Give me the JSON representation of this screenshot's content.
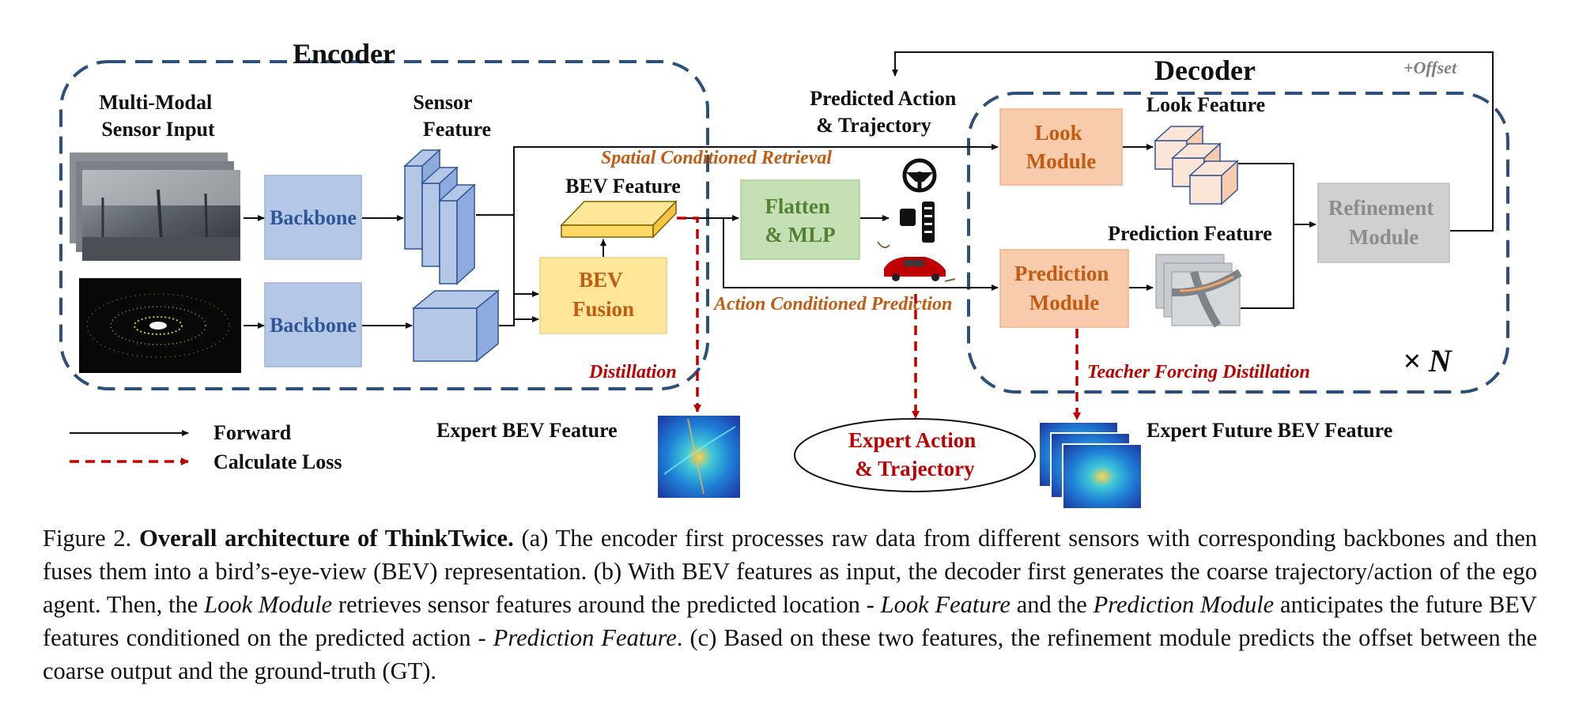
{
  "diagram": {
    "encoder_title": "Encoder",
    "decoder_title": "Decoder",
    "offset_label": "+Offset",
    "multimodal_label": [
      "Multi-Modal",
      "Sensor Input"
    ],
    "sensor_feature_label": [
      "Sensor",
      "Feature"
    ],
    "backbone_label": "Backbone",
    "bev_feature_label": "BEV Feature",
    "bev_fusion_label": [
      "BEV",
      "Fusion"
    ],
    "spatial_retrieval_label": "Spatial Conditioned Retrieval",
    "action_prediction_label": "Action Conditioned Prediction",
    "predicted_action_label": [
      "Predicted Action",
      "& Trajectory"
    ],
    "flatten_mlp_label": [
      "Flatten",
      "& MLP"
    ],
    "look_module_label": [
      "Look",
      "Module"
    ],
    "look_feature_label": "Look Feature",
    "prediction_module_label": [
      "Prediction",
      "Module"
    ],
    "prediction_feature_label": "Prediction Feature",
    "refinement_module_label": [
      "Refinement",
      "Module"
    ],
    "times_n_label": "× N",
    "distillation_label": "Distillation",
    "teacher_forcing_label": "Teacher Forcing Distillation",
    "expert_bev_label": "Expert BEV Feature",
    "expert_action_label": [
      "Expert Action",
      "& Trajectory"
    ],
    "expert_future_label": "Expert Future BEV Feature",
    "legend_forward": "Forward",
    "legend_loss": "Calculate Loss",
    "colors": {
      "dashed_border": "#2d4f7c",
      "backbone_fill": "#b4c7e7",
      "bev_fusion_fill": "#ffe699",
      "flatten_fill": "#c5e0b4",
      "module_fill": "#f8cbad",
      "refinement_fill": "#d0d0d0",
      "loss_arrow": "#c00000",
      "italic_orange": "#c55a11"
    }
  },
  "caption": {
    "figure_label": "Figure 2.",
    "title": "Overall architecture of ThinkTwice.",
    "s1": "(a) The encoder first processes raw data from different sensors with corresponding backbones and then fuses them into a bird’s-eye-view (BEV) representation. (b) With BEV features as input, the decoder first generates the coarse trajectory/action of the ego agent. Then, the",
    "look_module": "Look Module",
    "s2": "retrieves sensor features around the predicted location -",
    "look_feature": "Look Feature",
    "s3": "and the",
    "prediction_module": "Prediction Module",
    "s4": "anticipates the future BEV features conditioned on the predicted action -",
    "prediction_feature": "Prediction Feature",
    "s5": ". (c) Based on these two features, the refinement module predicts the offset between the coarse output and the ground-truth (GT)."
  }
}
